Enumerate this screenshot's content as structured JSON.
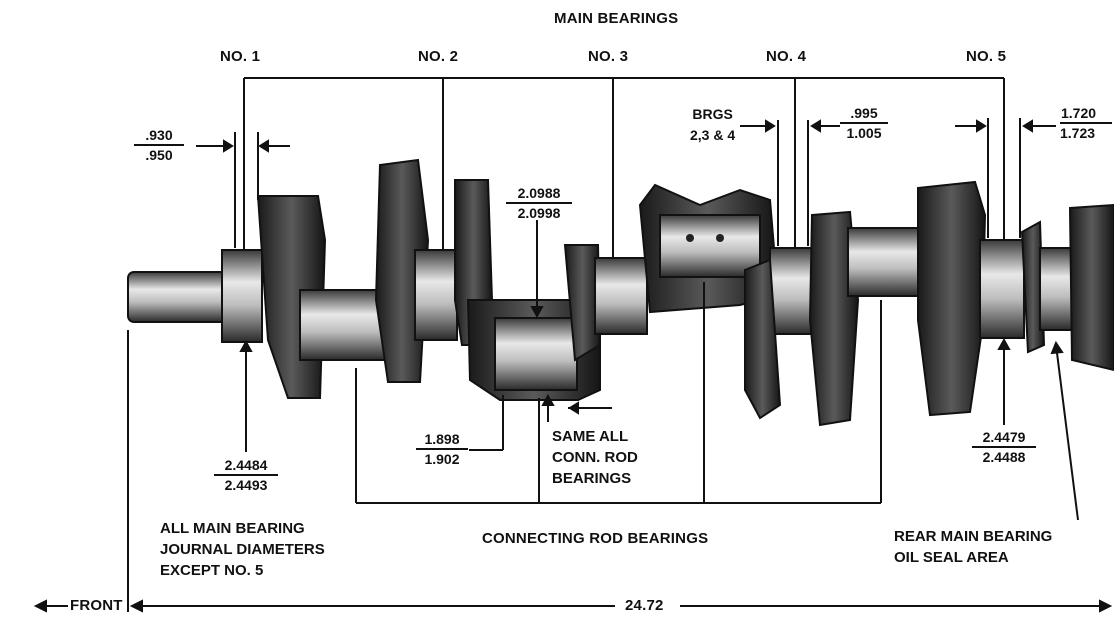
{
  "title": "MAIN BEARINGS",
  "bearings": [
    "NO. 1",
    "NO. 2",
    "NO. 3",
    "NO. 4",
    "NO. 5"
  ],
  "dims": {
    "front_flange": {
      "top": ".930",
      "bottom": ".950"
    },
    "rod_journal": {
      "top": "2.0988",
      "bottom": "2.0998"
    },
    "brgs_width": {
      "top": ".995",
      "bottom": "1.005"
    },
    "rear_width": {
      "top": "1.720",
      "bottom": "1.723"
    },
    "rod_width": {
      "top": "1.898",
      "bottom": "1.902"
    },
    "main_diam": {
      "top": "2.4484",
      "bottom": "2.4493"
    },
    "rear_diam": {
      "top": "2.4479",
      "bottom": "2.4488"
    }
  },
  "labels": {
    "brgs_234": [
      "BRGS",
      "2,3 & 4"
    ],
    "same_all": [
      "SAME ALL",
      "CONN. ROD",
      "BEARINGS"
    ],
    "all_main": [
      "ALL MAIN BEARING",
      "JOURNAL DIAMETERS",
      "EXCEPT NO. 5"
    ],
    "connecting": "CONNECTING ROD BEARINGS",
    "rear_main": [
      "REAR MAIN BEARING",
      "OIL SEAL AREA"
    ],
    "front": "FRONT",
    "length": "24.72"
  }
}
